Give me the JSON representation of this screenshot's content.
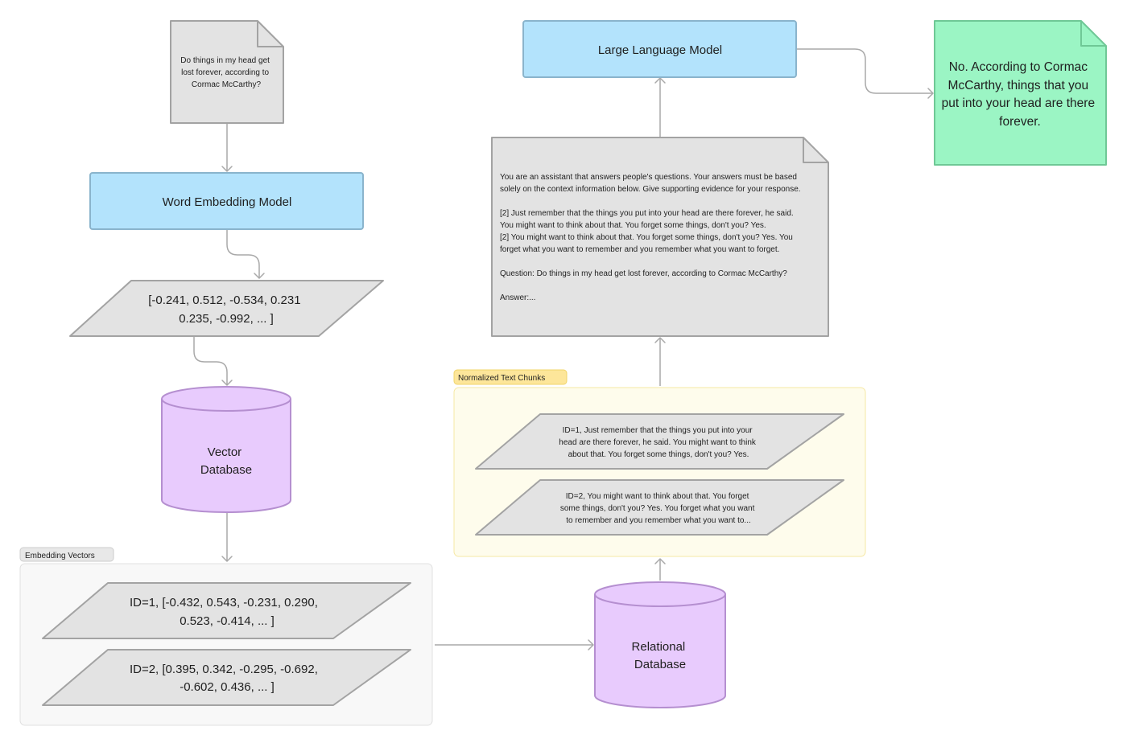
{
  "diagram": {
    "question_note": {
      "lines": [
        "Do things in my head get",
        "lost forever, according to",
        "Cormac McCarthy?"
      ]
    },
    "word_embedding_model": {
      "label": "Word Embedding Model"
    },
    "query_vector": {
      "lines": [
        "[-0.241, 0.512, -0.534, 0.231",
        "0.235, -0.992, ... ]"
      ]
    },
    "vector_database": {
      "lines": [
        "Vector",
        "Database"
      ]
    },
    "embedding_vectors_group": {
      "title": "Embedding Vectors",
      "items": [
        {
          "lines": [
            "ID=1, [-0.432, 0.543, -0.231, 0.290,",
            "0.523, -0.414, ... ]"
          ]
        },
        {
          "lines": [
            "ID=2, [0.395, 0.342, -0.295, -0.692,",
            "-0.602, 0.436, ... ]"
          ]
        }
      ]
    },
    "relational_database": {
      "lines": [
        "Relational",
        "Database"
      ]
    },
    "text_chunks_group": {
      "title": "Normalized Text Chunks",
      "items": [
        {
          "lines": [
            "ID=1, Just remember that the things you put into your",
            "head are there forever, he said. You might want to think",
            "about that. You forget some things, don't you? Yes."
          ]
        },
        {
          "lines": [
            "ID=2, You might want to think about that. You forget",
            "some things, don't you? Yes. You forget what you want",
            "to remember and you remember what you want to..."
          ]
        }
      ]
    },
    "prompt_document": {
      "lines": [
        "You are an assistant that answers people's questions. Your answers must be based",
        "solely on the context information below. Give supporting evidence for your response.",
        "",
        "[2] Just remember that the things you put into your head are there forever, he said.",
        "You might want to think about that. You forget some things, don't you? Yes.",
        "[2] You might want to think about that. You forget some things, don't you? Yes. You",
        "forget what you want to remember and you remember what you want to forget.",
        "",
        "Question: Do things in my head get lost forever, according to Cormac McCarthy?",
        "",
        "Answer:..."
      ]
    },
    "large_language_model": {
      "label": "Large Language Model"
    },
    "answer_note": {
      "lines": [
        "No. According to Cormac",
        "McCarthy, things that you",
        "put into your head are there",
        "forever."
      ]
    }
  },
  "colors": {
    "model_fill": "#b3e3fc",
    "model_stroke": "#8ab4cc",
    "data_fill": "#e3e3e3",
    "data_stroke": "#a3a3a3",
    "database_fill": "#e8cbfd",
    "database_stroke": "#b58fd0",
    "answer_fill": "#9bf5c4",
    "answer_stroke": "#6fc896",
    "chunk_group_fill": "#fefcec",
    "chunk_group_stroke": "#f6e8a4",
    "chunk_tag_fill": "#fde69a",
    "vector_group_fill": "#f8f8f8",
    "vector_group_stroke": "#e0e0e0",
    "vector_tag_fill": "#e8e8e8",
    "connector": "#a9a9a9"
  }
}
